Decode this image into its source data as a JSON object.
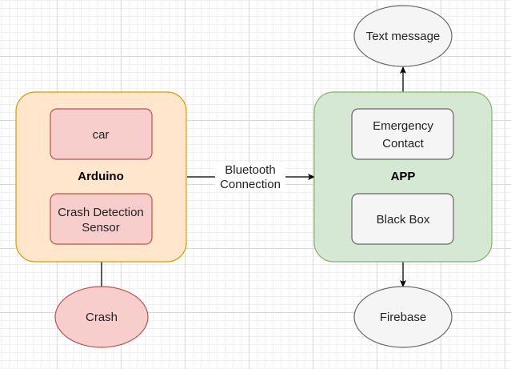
{
  "colors": {
    "orange_fill": "#ffe6cc",
    "orange_stroke": "#d79b00",
    "green_fill": "#d5e8d4",
    "green_stroke": "#82b366",
    "red_fill": "#f8cecc",
    "red_stroke": "#b85450",
    "grey_fill": "#f5f5f5",
    "grey_stroke": "#666666"
  },
  "arduino_group": {
    "label": "Arduino",
    "car": "car",
    "sensor_line1": "Crash Detection",
    "sensor_line2": "Sensor"
  },
  "app_group": {
    "label": "APP",
    "contact_line1": "Emergency",
    "contact_line2": "Contact",
    "black_box": "Black Box"
  },
  "nodes": {
    "crash": "Crash",
    "text_message": "Text message",
    "firebase": "Firebase"
  },
  "edges": {
    "bluetooth_line1": "Bluetooth",
    "bluetooth_line2": "Connection"
  }
}
